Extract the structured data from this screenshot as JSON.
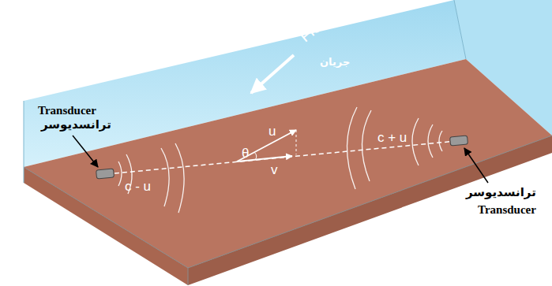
{
  "diagram": {
    "labels": [
      "Transducer",
      "ترانسدیوسر",
      "c - u",
      "Flow",
      "جریان",
      "u",
      "θ",
      "v",
      "c + u",
      "ترانسدیوسر",
      "Transducer"
    ]
  }
}
